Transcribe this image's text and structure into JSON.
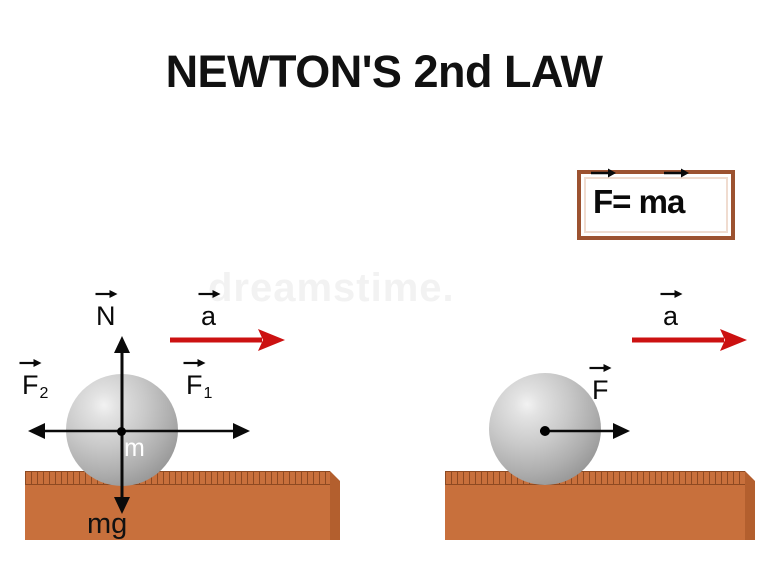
{
  "title": "NEWTON'S 2nd LAW",
  "watermark": "dreamstime.",
  "colors": {
    "ground": "#c8703c",
    "ground_hatch": "#8e4a22",
    "formula_border": "#9c5230",
    "acceleration_arrow": "#cc1111",
    "force_arrow": "#000000",
    "sphere_light": "#f2f2f2",
    "sphere_dark": "#8a8a8a",
    "text": "#0a0a0a"
  },
  "formula": {
    "force_symbol": "F",
    "equals": "=",
    "mass_symbol": "m",
    "acceleration_symbol": "a",
    "full_text": "F = ma"
  },
  "left_diagram": {
    "caption": "Ball with balanced normal and weight plus two horizontal forces",
    "mass_label": "m",
    "normal_force": {
      "symbol": "N",
      "direction": "up",
      "is_vector": true
    },
    "weight": {
      "symbol": "mg",
      "direction": "down",
      "is_vector": false
    },
    "force_right": {
      "symbol": "F",
      "subscript": "1",
      "direction": "right",
      "is_vector": true
    },
    "force_left": {
      "symbol": "F",
      "subscript": "2",
      "direction": "left",
      "is_vector": true
    },
    "acceleration": {
      "symbol": "a",
      "direction": "right",
      "is_vector": true,
      "color": "#cc1111"
    }
  },
  "right_diagram": {
    "caption": "Ball with single net force producing acceleration",
    "net_force": {
      "symbol": "F",
      "direction": "right",
      "is_vector": true
    },
    "acceleration": {
      "symbol": "a",
      "direction": "right",
      "is_vector": true,
      "color": "#cc1111"
    }
  }
}
